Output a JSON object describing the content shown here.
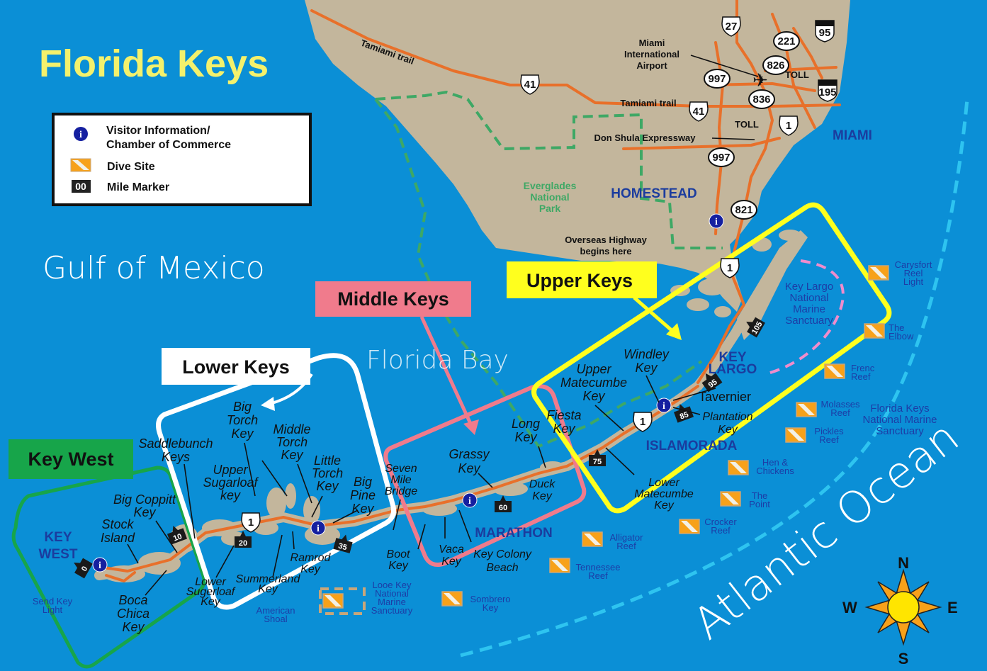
{
  "title": "Florida Keys",
  "colors": {
    "ocean": "#0b8fd6",
    "land": "#c3b69c",
    "road": "#e8702a",
    "title": "#f4f16c",
    "key_west": "#17a54a",
    "lower_keys": "#ffffff",
    "middle_keys": "#f07b8c",
    "upper_keys": "#ffff1e",
    "sanctuary_line": "#2ec4f0",
    "key_largo_sanctuary_line": "#f08ccc",
    "everglades_line": "#3ea865"
  },
  "legend": {
    "items": [
      {
        "icon": "info-icon",
        "symbol": "i",
        "lines": [
          "Visitor Information/",
          "Chamber of Commerce"
        ]
      },
      {
        "icon": "dive-flag-icon",
        "lines": [
          "Dive Site"
        ]
      },
      {
        "icon": "mile-marker-icon",
        "symbol": "00",
        "lines": [
          "Mile Marker"
        ]
      }
    ]
  },
  "water": {
    "gulf": "Gulf of Mexico",
    "bay": "Florida Bay",
    "atlantic": "Atlantic Ocean"
  },
  "regions": {
    "key_west": "Key West",
    "lower_keys": "Lower Keys",
    "middle_keys": "Middle Keys",
    "upper_keys": "Upper Keys"
  },
  "labels": {
    "big_torch": {
      "lines": [
        "Big",
        "Torch",
        "Key"
      ]
    },
    "middle_torch": {
      "lines": [
        "Middle",
        "Torch",
        "Key"
      ]
    },
    "little_torch": {
      "lines": [
        "Little",
        "Torch",
        "Key"
      ]
    },
    "big_pine": {
      "lines": [
        "Big",
        "Pine",
        "Key"
      ]
    },
    "upper_sugarloaf": {
      "lines": [
        "Upper",
        "Sugarloaf",
        "key"
      ]
    },
    "saddlebunch": {
      "lines": [
        "Saddlebunch",
        "Keys"
      ]
    },
    "big_coppitt": {
      "lines": [
        "Big Coppitt",
        "Key"
      ]
    },
    "stock_island": {
      "lines": [
        "Stock",
        "Island"
      ]
    },
    "boca_chica": {
      "lines": [
        "Boca",
        "Chica",
        "Key"
      ]
    },
    "lower_sugarloaf": {
      "lines": [
        "Lower",
        "Sugerloaf",
        "Key"
      ]
    },
    "summerland": {
      "lines": [
        "Summerland",
        "Key"
      ]
    },
    "ramrod": {
      "lines": [
        "Ramrod",
        "Key"
      ]
    },
    "seven_mile": {
      "lines": [
        "Seven",
        "Mile",
        "Bridge"
      ]
    },
    "boot": {
      "lines": [
        "Boot",
        "Key"
      ]
    },
    "vaca": {
      "lines": [
        "Vaca",
        "Key"
      ]
    },
    "key_colony": {
      "lines": [
        "Key Colony",
        "Beach"
      ]
    },
    "grassy": {
      "lines": [
        "Grassy",
        "Key"
      ]
    },
    "duck": {
      "lines": [
        "Duck",
        "Key"
      ]
    },
    "long": {
      "lines": [
        "Long",
        "Key"
      ]
    },
    "fiesta": {
      "lines": [
        "Fiesta",
        "Key"
      ]
    },
    "upper_matecumbe": {
      "lines": [
        "Upper",
        "Matecumbe",
        "Key"
      ]
    },
    "windley": {
      "lines": [
        "Windley",
        "Key"
      ]
    },
    "tavernier": {
      "lines": [
        "Tavernier"
      ]
    },
    "plantation": {
      "lines": [
        "Plantation",
        "Key"
      ]
    },
    "lower_matecumbe": {
      "lines": [
        "Lower",
        "Matecumbe",
        "Key"
      ]
    },
    "miami": {
      "lines": [
        "MIAMI"
      ]
    },
    "homestead": {
      "lines": [
        "HOMESTEAD"
      ]
    },
    "key_largo": {
      "lines": [
        "KEY",
        "LARGO"
      ]
    },
    "islamorada": {
      "lines": [
        "ISLAMORADA"
      ]
    },
    "marathon": {
      "lines": [
        "MARATHON"
      ]
    },
    "key_west_city": {
      "lines": [
        "KEY",
        "WEST"
      ]
    },
    "tamiami_1": {
      "lines": [
        "Tamiami trail"
      ]
    },
    "tamiami_2": {
      "lines": [
        "Tamiami trail"
      ]
    },
    "airport": {
      "lines": [
        "Miami",
        "International",
        "Airport"
      ]
    },
    "don_shula": {
      "lines": [
        "Don Shula Expressway"
      ]
    },
    "toll_1": {
      "lines": [
        "TOLL"
      ]
    },
    "toll_2": {
      "lines": [
        "TOLL"
      ]
    },
    "overseas": {
      "lines": [
        "Overseas Highway",
        "begins here"
      ]
    },
    "everglades": {
      "lines": [
        "Everglades",
        "National",
        "Park"
      ]
    },
    "kl_sanctuary": {
      "lines": [
        "Key Largo",
        "National",
        "Marine",
        "Sanctuary"
      ]
    },
    "fk_sanctuary": {
      "lines": [
        "Florida Keys",
        "National Marine",
        "Sanctuary"
      ]
    },
    "carysfort": {
      "lines": [
        "Carysfort",
        "Reel",
        "Light"
      ]
    },
    "elbow": {
      "lines": [
        "The",
        "Elbow"
      ]
    },
    "frenc": {
      "lines": [
        "Frenc",
        "Reef"
      ]
    },
    "molasses": {
      "lines": [
        "Molasses",
        "Reef"
      ]
    },
    "pickles": {
      "lines": [
        "Pickles",
        "Reef"
      ]
    },
    "hen": {
      "lines": [
        "Hen &",
        "Chickens"
      ]
    },
    "point": {
      "lines": [
        "The",
        "Point"
      ]
    },
    "crocker": {
      "lines": [
        "Crocker",
        "Reef"
      ]
    },
    "alligator": {
      "lines": [
        "Alligator",
        "Reef"
      ]
    },
    "tennessee": {
      "lines": [
        "Tennessee",
        "Reef"
      ]
    },
    "sombrero": {
      "lines": [
        "Sombrero",
        "Key"
      ]
    },
    "looe": {
      "lines": [
        "Looe Key",
        "National",
        "Marine",
        "Sanctuary"
      ]
    },
    "american_shoal": {
      "lines": [
        "American",
        "Shoal"
      ]
    },
    "send_key": {
      "lines": [
        "Send Key",
        "Light"
      ]
    }
  },
  "shields": [
    {
      "type": "us",
      "number": "27"
    },
    {
      "type": "interstate",
      "number": "95"
    },
    {
      "type": "state",
      "number": "221"
    },
    {
      "type": "state",
      "number": "826"
    },
    {
      "type": "state",
      "number": "997"
    },
    {
      "type": "state",
      "number": "836"
    },
    {
      "type": "interstate",
      "number": "195"
    },
    {
      "type": "us",
      "number": "41"
    },
    {
      "type": "us",
      "number": "41"
    },
    {
      "type": "us",
      "number": "1"
    },
    {
      "type": "state",
      "number": "997"
    },
    {
      "type": "state",
      "number": "821"
    },
    {
      "type": "us",
      "number": "1"
    },
    {
      "type": "us",
      "number": "1"
    },
    {
      "type": "us",
      "number": "1"
    }
  ],
  "mile_markers": [
    "0",
    "10",
    "20",
    "35",
    "60",
    "75",
    "85",
    "95",
    "105"
  ],
  "info_icon_symbol": "i",
  "compass": {
    "n": "N",
    "e": "E",
    "s": "S",
    "w": "W"
  }
}
